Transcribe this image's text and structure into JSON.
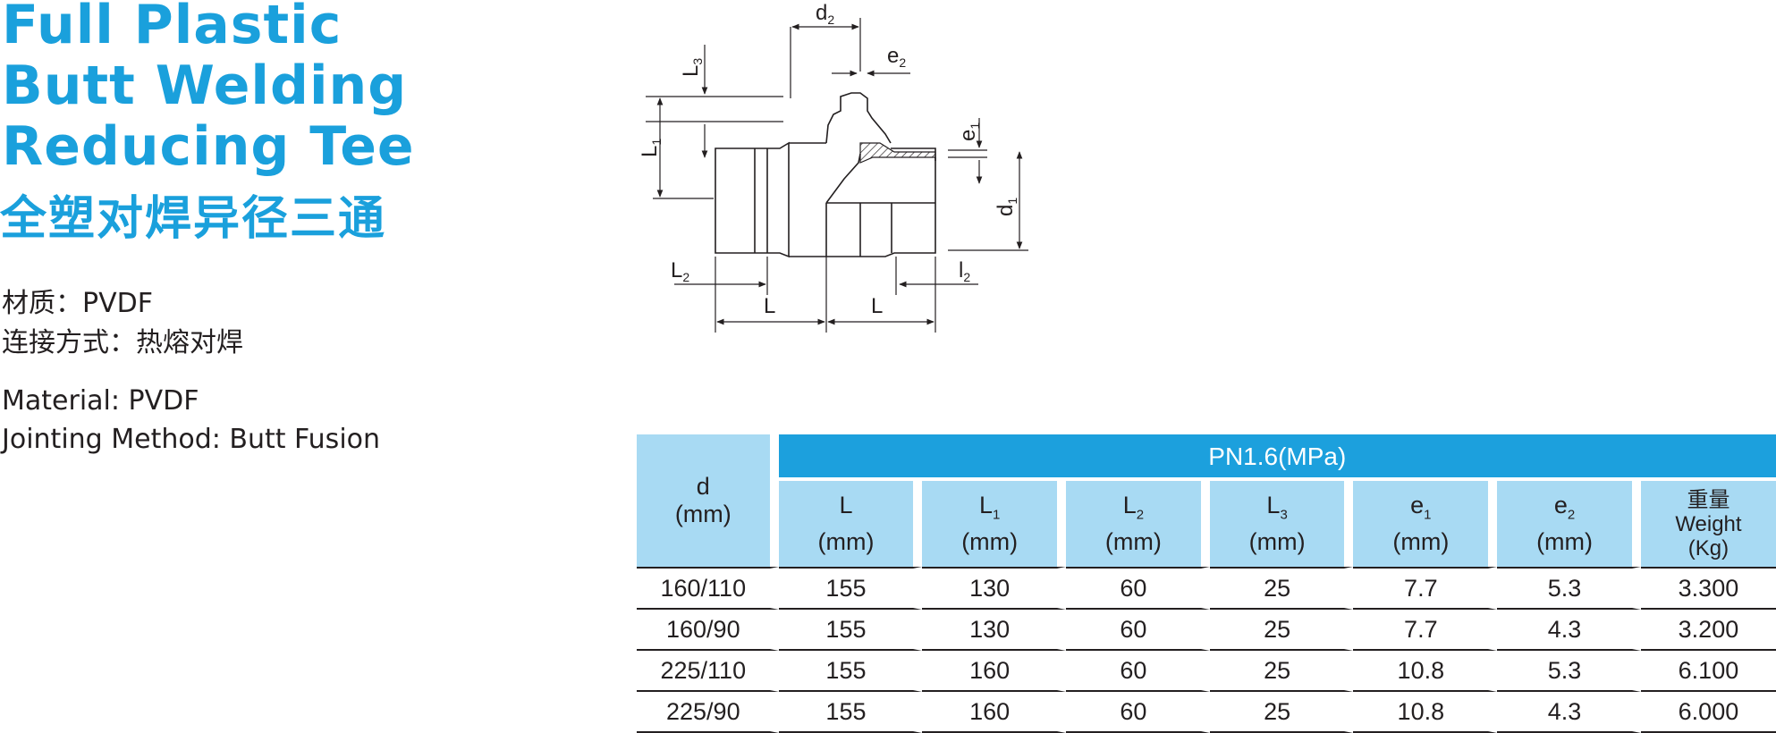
{
  "title_lines": [
    "Full Plastic",
    "Butt Welding",
    "Reducing Tee"
  ],
  "title_cn": "全塑对焊异径三通",
  "material_cn": "材质：PVDF",
  "jointing_cn": "连接方式：热熔对焊",
  "material_en": "Material: PVDF",
  "jointing_en": "Jointing Method: Butt Fusion",
  "diagram_labels": {
    "d2": "d",
    "d2_sub": "2",
    "e2": "e",
    "e2_sub": "2",
    "L3": "L",
    "L3_sub": "3",
    "L1": "L",
    "L1_sub": "1",
    "e1": "e",
    "e1_sub": "1",
    "d1": "d",
    "d1_sub": "1",
    "L2": "L",
    "L2_sub": "2",
    "l2": "l",
    "l2_sub": "2",
    "L_left": "L",
    "L_right": "L"
  },
  "table": {
    "d_label": "d",
    "d_unit": "(mm)",
    "pressure": "PN1.6(MPa)",
    "columns": [
      {
        "sym": "L",
        "sub": "",
        "unit": "(mm)"
      },
      {
        "sym": "L",
        "sub": "1",
        "unit": "(mm)"
      },
      {
        "sym": "L",
        "sub": "2",
        "unit": "(mm)"
      },
      {
        "sym": "L",
        "sub": "3",
        "unit": "(mm)"
      },
      {
        "sym": "e",
        "sub": "1",
        "unit": "(mm)"
      },
      {
        "sym": "e",
        "sub": "2",
        "unit": "(mm)"
      }
    ],
    "weight_cn": "重量",
    "weight_en": "Weight",
    "weight_unit": "(Kg)",
    "rows": [
      [
        "160/110",
        "155",
        "130",
        "60",
        "25",
        "7.7",
        "5.3",
        "3.300"
      ],
      [
        "160/90",
        "155",
        "130",
        "60",
        "25",
        "7.7",
        "4.3",
        "3.200"
      ],
      [
        "225/110",
        "155",
        "160",
        "60",
        "25",
        "10.8",
        "5.3",
        "6.100"
      ],
      [
        "225/90",
        "155",
        "160",
        "60",
        "25",
        "10.8",
        "4.3",
        "6.000"
      ]
    ]
  }
}
